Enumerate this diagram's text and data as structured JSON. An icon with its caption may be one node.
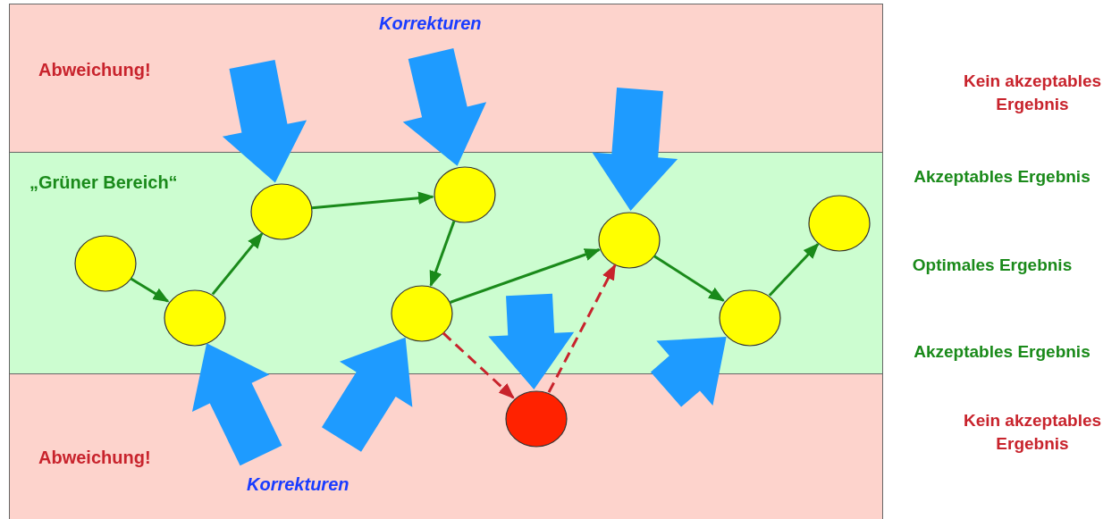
{
  "diagram": {
    "nodes": [
      {
        "text": [
          "Korrekturen",
          "Abweichung!"
        ]
      },
      {
        "text": [
          "„Grüner Bereich“"
        ]
      },
      {
        "text": [
          "Abweichung!",
          "Korrekturen"
        ]
      },
      {
        "text": [],
        "shape": "circle",
        "in": 1
      },
      {
        "text": [],
        "shape": "circle",
        "in": 1
      },
      {
        "text": [],
        "shape": "circle",
        "in": 1
      },
      {
        "text": [],
        "shape": "circle",
        "in": 1
      },
      {
        "text": [],
        "shape": "circle",
        "in": 1
      },
      {
        "text": [],
        "shape": "circle",
        "in": 2
      },
      {
        "text": [],
        "shape": "circle",
        "in": 1
      },
      {
        "text": [],
        "shape": "circle",
        "in": 1
      },
      {
        "text": [],
        "shape": "circle",
        "in": 1
      }
    ],
    "edges": [
      {
        "from": 3,
        "to": 4,
        "arrow": "to"
      },
      {
        "from": 4,
        "to": 5,
        "arrow": "to"
      },
      {
        "from": 5,
        "to": 6,
        "arrow": "to"
      },
      {
        "from": 6,
        "to": 7,
        "arrow": "to"
      },
      {
        "from": 7,
        "to": 9,
        "arrow": "to"
      },
      {
        "from": 7,
        "to": 8,
        "arrow": "to",
        "style": "dashed",
        "color": "#c8232c"
      },
      {
        "from": 8,
        "to": 9,
        "arrow": "to",
        "style": "dashed",
        "color": "#c8232c"
      },
      {
        "from": 9,
        "to": 10,
        "arrow": "to"
      },
      {
        "from": 10,
        "to": 11,
        "arrow": "to"
      },
      {
        "from": null,
        "to": 5,
        "arrow": "to",
        "style": "thick",
        "color": "#1e9bff"
      },
      {
        "from": null,
        "to": 6,
        "arrow": "to",
        "style": "thick",
        "color": "#1e9bff"
      },
      {
        "from": null,
        "to": 9,
        "arrow": "to",
        "style": "thick",
        "color": "#1e9bff"
      },
      {
        "from": null,
        "to": 8,
        "arrow": "to",
        "style": "thick",
        "color": "#1e9bff"
      },
      {
        "from": null,
        "to": 4,
        "arrow": "to",
        "style": "thick",
        "color": "#1e9bff"
      },
      {
        "from": null,
        "to": 7,
        "arrow": "to",
        "style": "thick",
        "color": "#1e9bff"
      },
      {
        "from": null,
        "to": 10,
        "arrow": "to",
        "style": "thick",
        "color": "#1e9bff"
      }
    ],
    "labels": [
      "Kein akzeptables Ergebnis",
      "Akzeptables Ergebnis",
      "Optimales Ergebnis",
      "Akzeptables Ergebnis",
      "Kein akzeptables Ergebnis"
    ]
  }
}
